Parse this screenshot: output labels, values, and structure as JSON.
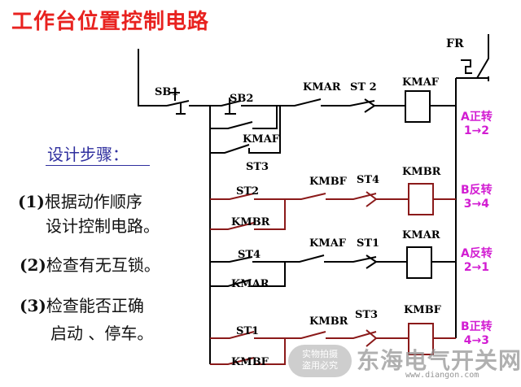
{
  "title": "工作台位置控制电路",
  "steps": {
    "heading": "设计步骤：",
    "items": [
      {
        "num": "(1)",
        "line1": "根据动作顺序",
        "line2": "设计控制电路。"
      },
      {
        "num": "(2)",
        "line1": "检查有无互锁。",
        "line2": ""
      },
      {
        "num": "(3)",
        "line1": "检查能否正确",
        "line2": "启动 、停车。"
      }
    ]
  },
  "labels": {
    "fr": "FR",
    "sb1": "SB1",
    "sb2": "SB2",
    "kmaf_hold": "KMAF",
    "st3_top": "ST3",
    "r1_kmar_nc": "KMAR",
    "r1_st2": "ST 2",
    "r1_coil": "KMAF",
    "r2_st2": "ST2",
    "r2_kmbr_hold": "KMBR",
    "r2_kmbf_nc": "KMBF",
    "r2_st4": "ST4",
    "r2_coil": "KMBR",
    "r3_st4": "ST4",
    "r3_kmar_hold": "KMAR",
    "r3_kmaf_nc": "KMAF",
    "r3_st1": "ST1",
    "r3_coil": "KMAR",
    "r4_st1": "ST1",
    "r4_kmbf_hold": "KMBF",
    "r4_kmbr_nc": "KMBR",
    "r4_st3": "ST3",
    "r4_coil": "KMBF"
  },
  "directions": [
    {
      "line1": "A正转",
      "line2": "1→2"
    },
    {
      "line1": "B反转",
      "line2": "3→4"
    },
    {
      "line1": "A反转",
      "line2": "2→1"
    },
    {
      "line1": "B正转",
      "line2": "4→3"
    }
  ],
  "watermark": {
    "badge_line1": "实物拍摄",
    "badge_line2": "盗用必究",
    "name": "东海电气开关网",
    "url": "www.diangon.com"
  },
  "colors": {
    "title": "#e8221f",
    "steps_heading": "#2f2f9e",
    "direction": "#d21dd2",
    "red_rung": "#8b1a1a",
    "wire": "#000000"
  }
}
